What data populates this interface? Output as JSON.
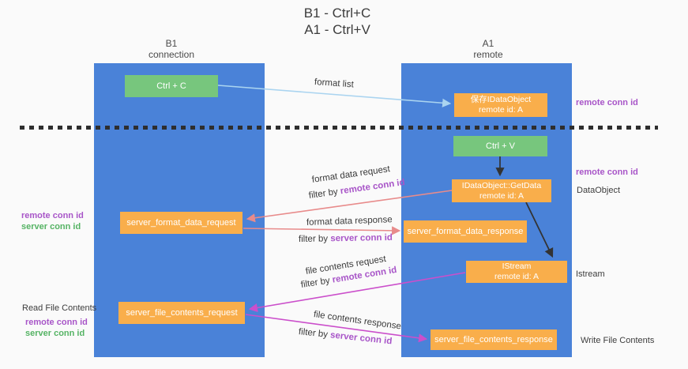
{
  "title": {
    "line1": "B1 - Ctrl+C",
    "line2": "A1 - Ctrl+V"
  },
  "columns": {
    "left": {
      "name": "B1",
      "role": "connection"
    },
    "right": {
      "name": "A1",
      "role": "remote"
    }
  },
  "boxes": {
    "ctrl_c": "Ctrl + C",
    "ctrl_v": "Ctrl + V",
    "save_idataobject": {
      "line1": "保存IDataObject",
      "line2": "remote id: A"
    },
    "getdata": {
      "line1": "IDataObject::GetData",
      "line2": "remote id: A"
    },
    "istream": {
      "line1": "IStream",
      "line2": "remote id: A"
    },
    "format_request": "server_format_data_request",
    "format_response": "server_format_data_response",
    "file_request": "server_file_contents_request",
    "file_response": "server_file_contents_response"
  },
  "flows": {
    "format_list": "format list",
    "format_request": {
      "text": "format data request",
      "filter": "filter by",
      "key": "remote conn id"
    },
    "format_response": {
      "text": "format data response",
      "filter": "filter by",
      "key": "server conn id"
    },
    "file_request": {
      "text": "file contents request",
      "filter": "filter by",
      "key": "remote conn id"
    },
    "file_response": {
      "text": "file contents response",
      "filter": "filter by",
      "key": "server conn id"
    }
  },
  "left_annotations": {
    "format_remote": "remote conn id",
    "format_server": "server conn id",
    "read_file": "Read File Contents",
    "file_remote": "remote conn id",
    "file_server": "server conn id"
  },
  "right_annotations": {
    "top_remote": "remote conn id",
    "mid_remote": "remote conn id",
    "dataobject": "DataObject",
    "istream": "Istream",
    "write_file": "Write File Contents"
  },
  "colors": {
    "column_blue": "#4a82d8",
    "box_green": "#77c67d",
    "box_orange": "#f9ae4b",
    "arrow_light_blue": "#aad4f0",
    "arrow_salmon": "#e88b8b",
    "arrow_magenta": "#cb4fcb",
    "arrow_black": "#333333",
    "label_purple": "#a855c8",
    "label_green": "#55b364",
    "background": "#fafafa"
  }
}
